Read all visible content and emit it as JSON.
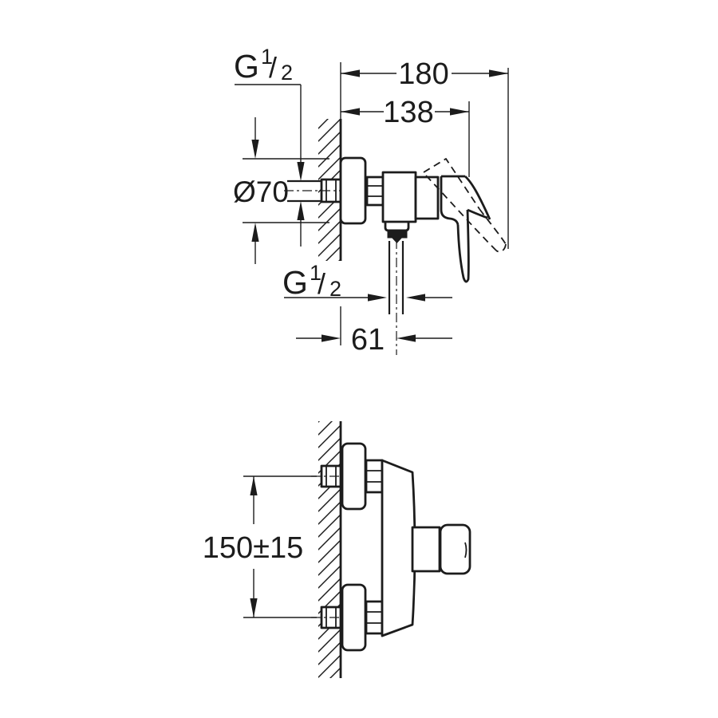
{
  "drawing": {
    "labels": {
      "thread_inlet": {
        "base": "G",
        "num": "1",
        "slash": "/",
        "den": "2"
      },
      "thread_outlet": {
        "base": "G",
        "num": "1",
        "slash": "/",
        "den": "2"
      }
    },
    "dimensions": {
      "overall_depth": "180",
      "depth_to_handle_edge": "138",
      "escutcheon_diameter": "Ø70",
      "outlet_offset_from_wall": "61",
      "inlet_spacing": "150±15"
    }
  }
}
